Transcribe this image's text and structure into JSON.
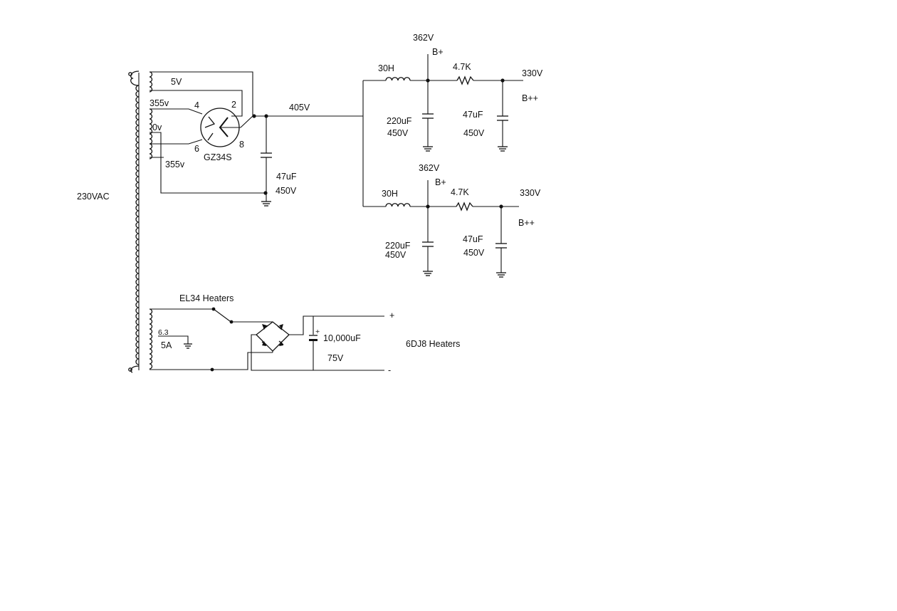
{
  "diagram": {
    "primary": {
      "voltage": "230VAC"
    },
    "rectifier": {
      "tube": "GZ34S",
      "pins": {
        "p4": "4",
        "p2": "2",
        "p6": "6",
        "p8": "8"
      },
      "heater_winding": "5V",
      "hv_winding_top": "355v",
      "center_tap": "0v",
      "hv_winding_bottom": "355v",
      "reservoir_cap": {
        "value": "47uF",
        "rating": "450V"
      },
      "output_voltage": "405V"
    },
    "branches": [
      {
        "choke": "30H",
        "node_voltage": "362V",
        "node_label": "B+",
        "resistor": "4.7K",
        "output_voltage": "330V",
        "output_label": "B++",
        "cap1": {
          "value": "220uF",
          "rating": "450V"
        },
        "cap2": {
          "value": "47uF",
          "rating": "450V"
        }
      },
      {
        "choke": "30H",
        "node_voltage": "362V",
        "node_label": "B+",
        "resistor": "4.7K",
        "output_voltage": "330V",
        "output_label": "B++",
        "cap1": {
          "value": "220uF",
          "rating": "450V"
        },
        "cap2": {
          "value": "47uF",
          "rating": "450V"
        }
      }
    ],
    "heater_supply": {
      "switch_label": "EL34 Heaters",
      "winding_voltage": "6.3",
      "winding_current": "5A",
      "filter_cap": "10,000uF",
      "cap_polarity": "+",
      "cap_rating": "75V",
      "plus": "+",
      "minus": "-",
      "load_label": "6DJ8 Heaters"
    }
  },
  "colors": {
    "ink": "#111111",
    "background": "#ffffff"
  }
}
